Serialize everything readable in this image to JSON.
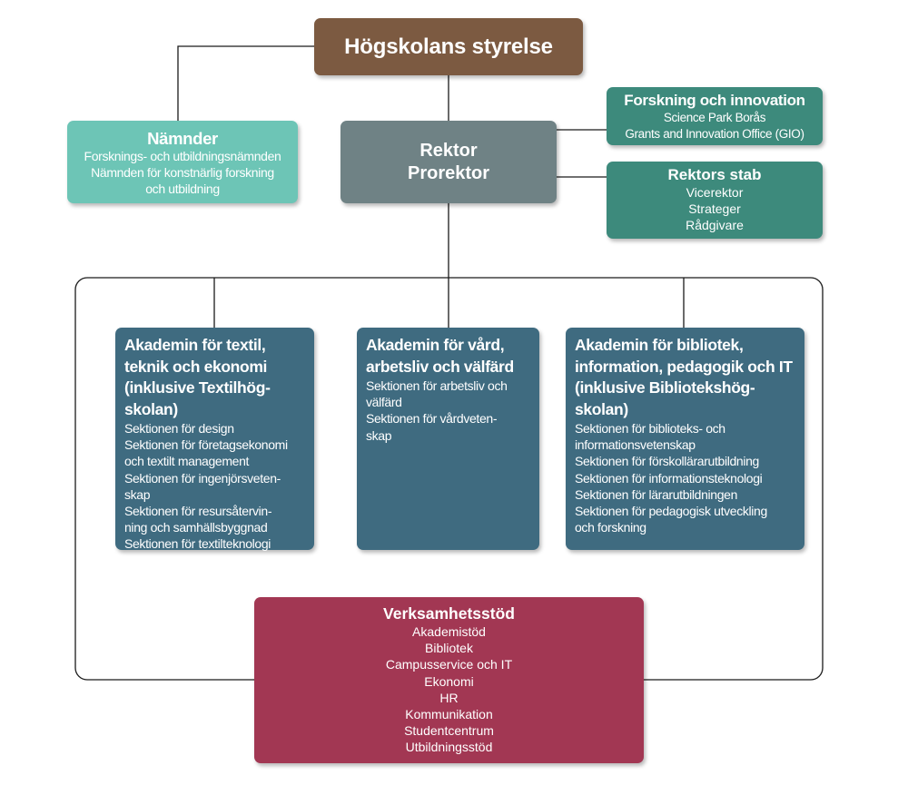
{
  "board": {
    "title": "Högskolans styrelse"
  },
  "namnder": {
    "title": "Nämnder",
    "items": [
      "Forsknings- och utbildningsnämnden",
      "Nämnden för konstnärlig forskning",
      "och utbildning"
    ]
  },
  "rektor": {
    "lines": [
      "Rektor",
      "Prorektor"
    ]
  },
  "forskning": {
    "title": "Forskning och innovation",
    "items": [
      "Science Park Borås",
      "Grants and Innovation Office (GIO)"
    ]
  },
  "stab": {
    "title": "Rektors stab",
    "items": [
      "Vicerektor",
      "Strateger",
      "Rådgivare"
    ]
  },
  "academies": [
    {
      "title_lines": [
        "Akademin för textil,",
        "teknik och ekonomi",
        "(inklusive Textilhög-",
        "skolan)"
      ],
      "items": [
        "Sektionen för design",
        "Sektionen för företagsekonomi",
        "och textilt management",
        "Sektionen för ingenjörsveten-",
        "skap",
        "Sektionen för resursåtervin-",
        "ning och samhällsbyggnad",
        "Sektionen för textilteknologi"
      ]
    },
    {
      "title_lines": [
        "Akademin för vård,",
        "arbetsliv och välfärd"
      ],
      "items": [
        "Sektionen för arbetsliv och",
        "välfärd",
        "Sektionen för vårdveten-",
        "skap"
      ]
    },
    {
      "title_lines": [
        "Akademin för bibliotek,",
        "information, pedagogik och IT",
        "(inklusive Bibliotekshög-",
        "skolan)"
      ],
      "items": [
        "Sektionen för biblioteks- och",
        "informationsvetenskap",
        "Sektionen för förskollärarutbildning",
        "Sektionen för informationsteknologi",
        "Sektionen för lärarutbildningen",
        "Sektionen för pedagogisk utveckling",
        "och forskning"
      ]
    }
  ],
  "verksamhetsstod": {
    "title": "Verksamhetsstöd",
    "items": [
      "Akademistöd",
      "Bibliotek",
      "Campusservice och IT",
      "Ekonomi",
      "HR",
      "Kommunikation",
      "Studentcentrum",
      "Utbildningsstöd"
    ]
  },
  "colors": {
    "board": "#7c5a41",
    "namnder": "#6dc5b6",
    "rektor": "#6f8285",
    "forskning_stab": "#3d8a7c",
    "academies": "#3f6b80",
    "verksamhetsstod": "#a23753",
    "connector": "#1a1a1a"
  }
}
